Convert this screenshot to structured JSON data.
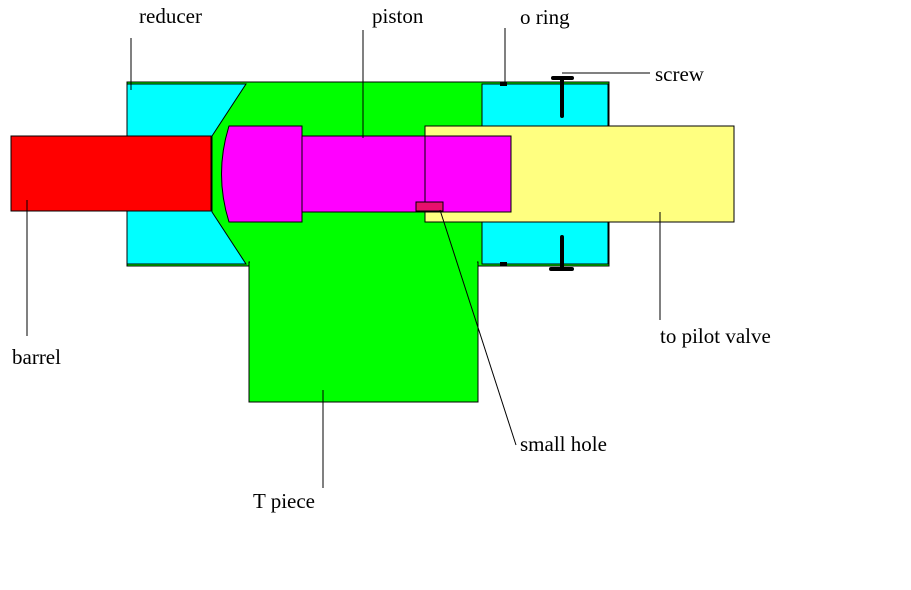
{
  "labels": {
    "reducer": "reducer",
    "piston": "piston",
    "o_ring": "o ring",
    "screw": "screw",
    "barrel": "barrel",
    "to_pilot_valve": "to pilot valve",
    "small_hole": "small hole",
    "t_piece": "T piece"
  },
  "colors": {
    "t_piece": "#00ff00",
    "reducer": "#00ffff",
    "barrel": "#ff0000",
    "piston": "#ff00ff",
    "pilot_valve": "#ffff80",
    "small_hole": "#e8106c"
  }
}
